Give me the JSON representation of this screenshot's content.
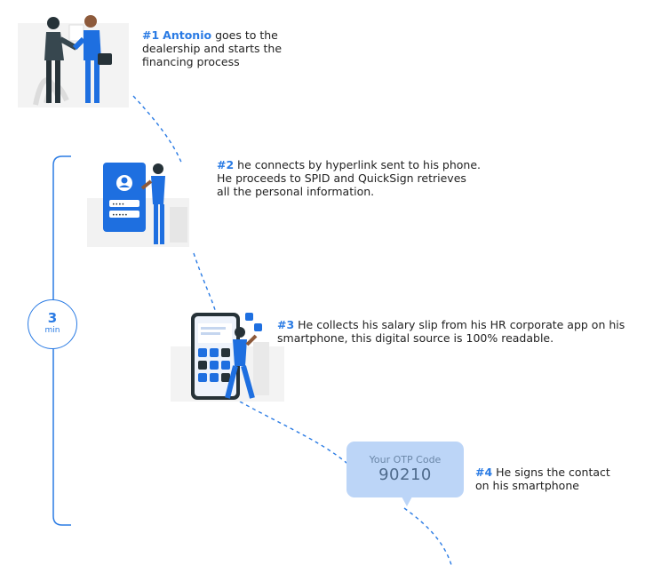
{
  "timer": {
    "value": "3",
    "unit": "min"
  },
  "steps": [
    {
      "num": "#1",
      "name": "Antonio",
      "lines": [
        "goes to the",
        "dealership and starts the",
        "financing process"
      ]
    },
    {
      "num": "#2",
      "lines": [
        "he connects by hyperlink sent to his phone.",
        "He proceeds to SPID and QuickSign retrieves",
        "all the personal information."
      ]
    },
    {
      "num": "#3",
      "lines": [
        "He collects his salary slip from his HR corporate app on his",
        "smartphone, this digital source is 100% readable."
      ]
    },
    {
      "num": "#4",
      "lines": [
        "He signs the contact",
        "on his smartphone"
      ]
    }
  ],
  "otp": {
    "label": "Your OTP Code",
    "code": "90210"
  },
  "colors": {
    "accent": "#2a7be4",
    "bubble": "#bcd5f7",
    "illustration_blue": "#1e6fe0",
    "illustration_dark": "#263238"
  },
  "illustrations": [
    "handshake-illustration",
    "phone-login-illustration",
    "smartphone-app-illustration"
  ]
}
